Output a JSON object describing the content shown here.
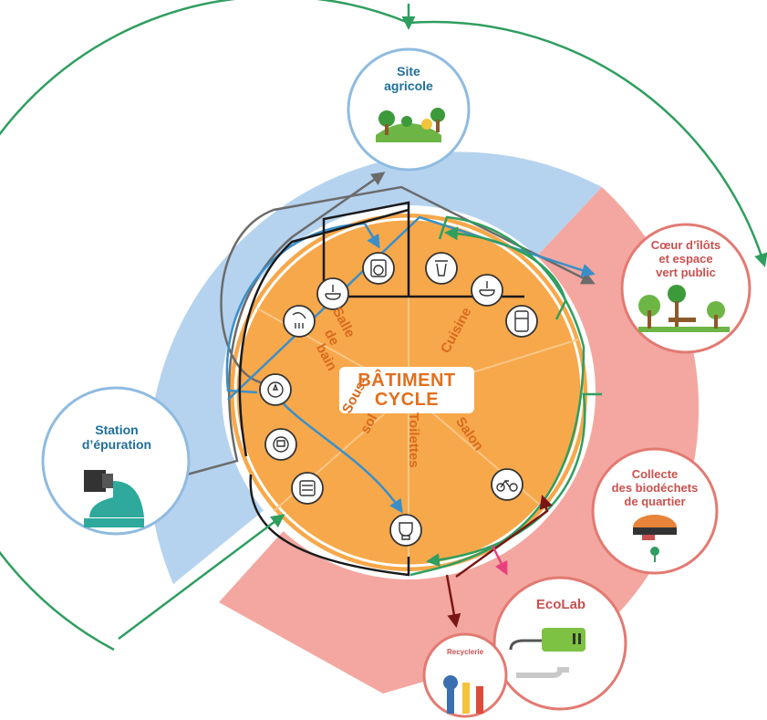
{
  "center": {
    "line1": "BÂTIMENT",
    "line2": "CYCLE"
  },
  "rooms": {
    "salle_de_bain": [
      "Salle",
      "de",
      "bain"
    ],
    "cuisine": "Cuisine",
    "sous_sol": [
      "Sous-",
      "sol"
    ],
    "toilettes": "Toilettes",
    "salon": "Salon"
  },
  "nodes": {
    "site_agricole": [
      "Site",
      "agricole"
    ],
    "coeur_ilots": [
      "Cœur d’îlôts",
      "et espace",
      "vert public"
    ],
    "station_epuration": [
      "Station",
      "d’épuration"
    ],
    "collecte": [
      "Collecte",
      "des biodéchets",
      "de quartier"
    ],
    "ecolab": "EcoLab",
    "recyclerie": "Recyclerie"
  },
  "colors": {
    "building_orange": "#f7a84a",
    "blue_band": "#b5d3ef",
    "red_band": "#f4a7a0",
    "flow_green": "#2f9e5f",
    "flow_blue": "#3a8fc8",
    "flow_grey": "#6b6b6b",
    "flow_black": "#1a1a1a",
    "flow_darkred": "#7a1616",
    "flow_pink": "#e8407c"
  }
}
